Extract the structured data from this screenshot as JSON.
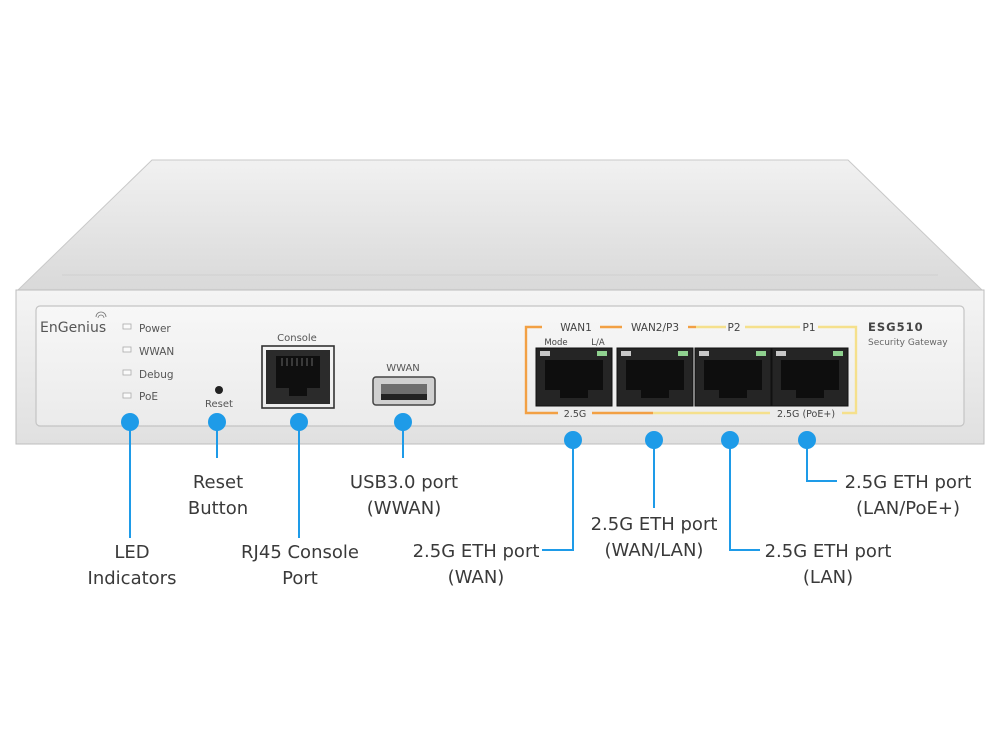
{
  "device": {
    "brand": "EnGenius",
    "model": "ESG510",
    "subtitle": "Security Gateway",
    "led_labels": [
      "Power",
      "WWAN",
      "Debug",
      "PoE"
    ],
    "reset_label": "Reset",
    "console_label": "Console",
    "wwan_label": "WWAN",
    "port_group_labels": {
      "wan1": "WAN1",
      "wan2p3": "WAN2/P3",
      "p2": "P2",
      "p1": "P1",
      "mode": "Mode",
      "la": "L/A",
      "speed_left": "2.5G",
      "speed_right": "2.5G (PoE+)"
    }
  },
  "callouts": {
    "led": [
      "LED",
      "Indicators"
    ],
    "reset": [
      "Reset",
      "Button"
    ],
    "console": [
      "RJ45 Console",
      "Port"
    ],
    "usb": [
      "USB3.0 port",
      "(WWAN)"
    ],
    "wan": [
      "2.5G ETH port",
      "(WAN)"
    ],
    "wanlan": [
      "2.5G ETH port",
      "(WAN/LAN)"
    ],
    "lan": [
      "2.5G ETH port",
      "(LAN)"
    ],
    "lanpoe": [
      "2.5G ETH port",
      "(LAN/PoE+)"
    ]
  },
  "colors": {
    "accent": "#1e9be8",
    "orange": "#f2a044",
    "yellow": "#f5e08c",
    "body": "#e3e3e3",
    "port": "#252525"
  }
}
